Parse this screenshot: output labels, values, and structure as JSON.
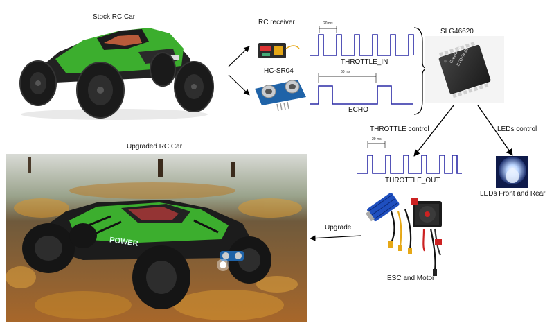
{
  "labels": {
    "stock_car": "Stock RC Car",
    "rc_receiver": "RC receiver",
    "hc_sr04": "HC-SR04",
    "throttle_in": "THROTTLE_IN",
    "echo": "ECHO",
    "chip": "SLG46620",
    "chip_marking_1": "GreenPAK",
    "chip_marking_2": "STQFN-20",
    "throttle_control": "THROTTLE control",
    "leds_control": "LEDs control",
    "throttle_out": "THROTTLE_OUT",
    "leds_front_rear": "LEDs Front and Rear",
    "upgraded_car": "Upgraded RC Car",
    "upgrade": "Upgrade",
    "esc_motor": "ESC and Motor",
    "car_body_text": "POWER"
  },
  "timings": {
    "throttle_in_period": "20 ms",
    "echo_period": "60 ms",
    "throttle_out_period": "20 ms"
  },
  "colors": {
    "signal": "#2b2ba6",
    "car_green": "#3cae2e",
    "car_black": "#1c1c1c",
    "sensor_blue": "#1f63a8",
    "chip": "#2a2a2a",
    "led_blue": "#6fa6ff",
    "leaves": "#c98a2e"
  }
}
